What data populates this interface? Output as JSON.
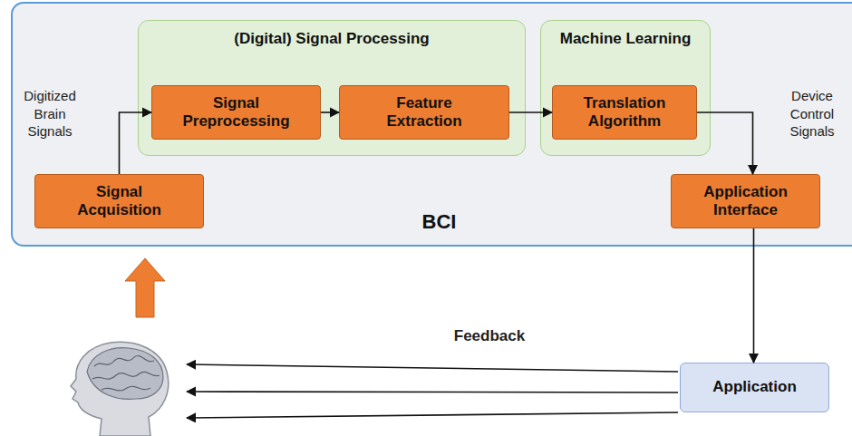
{
  "diagram": {
    "nodes": [
      {
        "text": [
          "BCI"
        ]
      },
      {
        "text": [
          "(Digital) Signal Processing"
        ],
        "in": 0
      },
      {
        "text": [
          "Signal Preprocessing"
        ],
        "in": 1
      },
      {
        "text": [
          "Feature Extraction"
        ],
        "in": 1
      },
      {
        "text": [
          "Machine Learning"
        ],
        "in": 0
      },
      {
        "text": [
          "Translation Algorithm"
        ],
        "in": 4
      },
      {
        "text": [
          "Signal Acquisition"
        ],
        "in": 0
      },
      {
        "text": [
          "Application Interface"
        ],
        "in": 0
      },
      {
        "text": [
          "Application"
        ]
      }
    ],
    "edges": [
      {
        "from": 6,
        "to": 2,
        "arrow": "to"
      },
      {
        "from": 2,
        "to": 3,
        "arrow": "to"
      },
      {
        "from": 3,
        "to": 5,
        "arrow": "to"
      },
      {
        "from": 5,
        "to": 7,
        "arrow": "to"
      },
      {
        "from": 7,
        "to": 8,
        "arrow": "to"
      }
    ],
    "labels": [
      "Digitized Brain Signals",
      "Device Control Signals",
      "Feedback"
    ]
  }
}
